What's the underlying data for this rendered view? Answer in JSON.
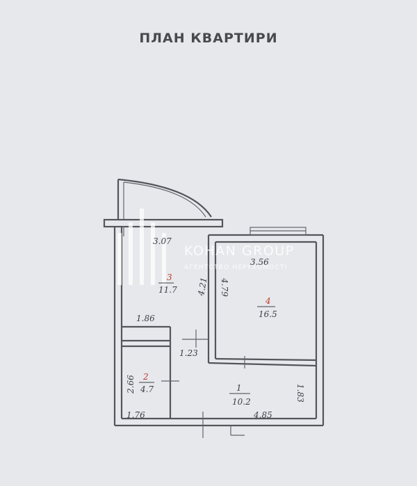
{
  "title": "ПЛАН КВАРТИРИ",
  "watermark": {
    "name": "KOHAN GROUP",
    "subtitle": "АГЕНТСТВО НЕРУХОМОСТІ"
  },
  "rooms": [
    {
      "number": "1",
      "area": "10.2"
    },
    {
      "number": "2",
      "area": "4.7"
    },
    {
      "number": "3",
      "area": "11.7"
    },
    {
      "number": "4",
      "area": "16.5"
    }
  ],
  "dimensions": {
    "room3_width": "3.07",
    "room3_depth": "4.21",
    "room3_lower_width": "1.86",
    "room4_width": "3.56",
    "room4_depth": "4.79",
    "room2_height": "2.66",
    "room2_width": "1.76",
    "door_width": "1.23",
    "hall_width": "4.85",
    "hall_height": "1.83"
  },
  "colors": {
    "room_number": "#c0392b",
    "ink": "#3d3d44",
    "paper": "#e7e8ec"
  }
}
